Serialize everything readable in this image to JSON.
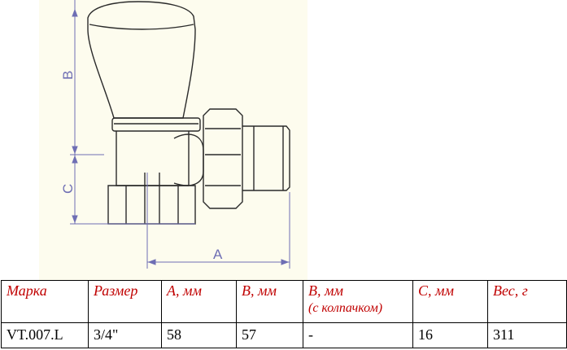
{
  "drawing": {
    "dimension_labels": {
      "a": "A",
      "b": "B",
      "c": "C"
    },
    "colors": {
      "background": "#fdfcee",
      "outline": "#2a2a2a",
      "dimension": "#6e6eb4"
    }
  },
  "table": {
    "headers": [
      {
        "main": "Марка",
        "sub": ""
      },
      {
        "main": "Размер",
        "sub": ""
      },
      {
        "main": "A, мм",
        "sub": ""
      },
      {
        "main": "B, мм",
        "sub": ""
      },
      {
        "main": "B, мм",
        "sub": "(с колпачком)"
      },
      {
        "main": "C, мм",
        "sub": ""
      },
      {
        "main": "Вес, г",
        "sub": ""
      }
    ],
    "row": [
      "VT.007.L",
      "3/4\"",
      "58",
      "57",
      "-",
      "16",
      "311"
    ],
    "colors": {
      "header_text": "#c00000",
      "cell_text": "#000000",
      "border": "#000000"
    }
  }
}
